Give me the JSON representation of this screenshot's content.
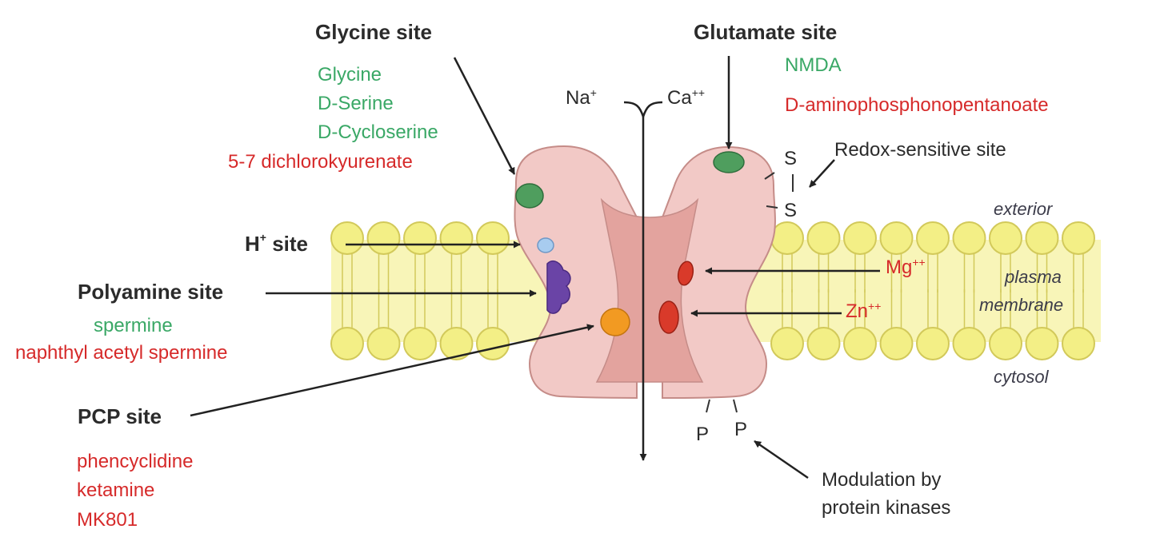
{
  "colors": {
    "site_label": "#2b2b2b",
    "agonist": "#3aa866",
    "antagonist": "#d62a2a",
    "membrane_fill": "#f3ef86",
    "membrane_stroke": "#d2c95a",
    "receptor_fill": "#f2c9c6",
    "receptor_stroke": "#c58c88",
    "pore_fill": "#e3a39e",
    "glycine_site": "#4f9e5e",
    "glutamate_site": "#4f9e5e",
    "h_site": "#a8ccef",
    "polyamine_site": "#6a44a6",
    "pcp_site": "#f29a22",
    "mg_zn_site": "#d93a2a",
    "arrow": "#222222"
  },
  "labels": {
    "glycine_site": "Glycine site",
    "glycine_agonists": [
      "Glycine",
      "D-Serine",
      "D-Cycloserine"
    ],
    "glycine_antagonist": "5-7 dichlorokyurenate",
    "glutamate_site": "Glutamate site",
    "glutamate_agonist": "NMDA",
    "glutamate_antagonist": "D-aminophosphonopentanoate",
    "na_ion": "Na",
    "na_charge": "+",
    "ca_ion": "Ca",
    "ca_charge": "++",
    "redox_site": "Redox-sensitive site",
    "s_top": "S",
    "s_bottom": "S",
    "h_ion": "H",
    "h_charge": "+",
    "h_site_suffix": " site",
    "polyamine_site": "Polyamine site",
    "polyamine_agonist": "spermine",
    "polyamine_antagonist": "naphthyl acetyl spermine",
    "pcp_site": "PCP site",
    "pcp_antagonists": [
      "phencyclidine",
      "ketamine",
      "MK801"
    ],
    "mg_ion": "Mg",
    "mg_charge": "++",
    "zn_ion": "Zn",
    "zn_charge": "++",
    "exterior": "exterior",
    "plasma": "plasma",
    "membrane": "membrane",
    "cytosol": "cytosol",
    "p_left": "P",
    "p_right": "P",
    "kinase_line1": "Modulation by",
    "kinase_line2": "protein kinases"
  }
}
